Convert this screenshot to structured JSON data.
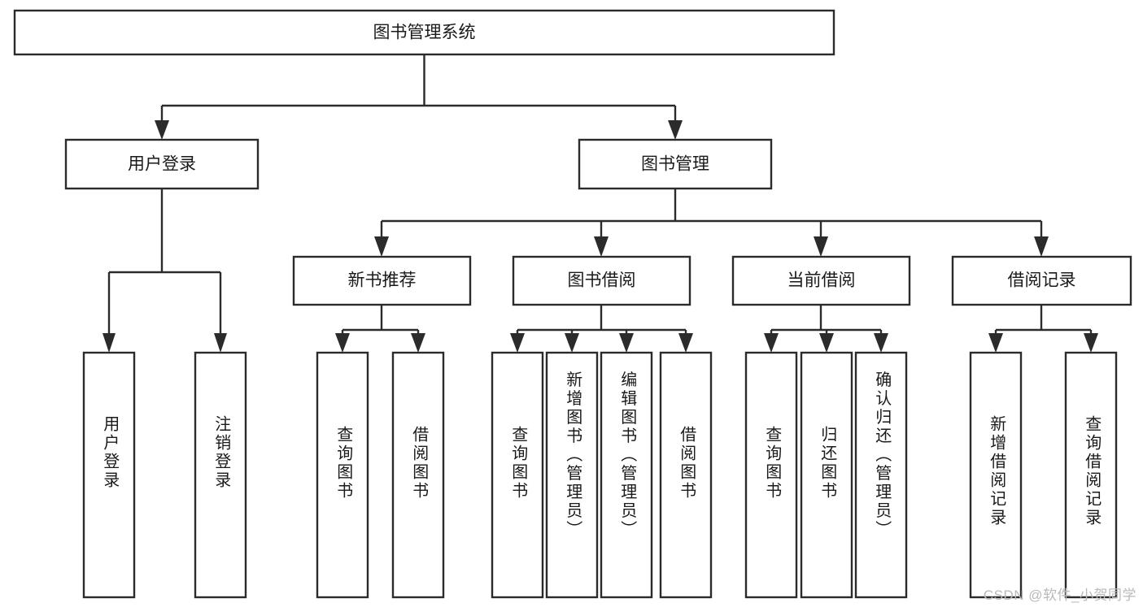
{
  "diagram": {
    "type": "tree",
    "orientation": "top-down",
    "root": {
      "id": "root",
      "label": "图书管理系统",
      "text_direction": "horizontal"
    },
    "level2": [
      {
        "id": "user-login",
        "label": "用户登录",
        "text_direction": "horizontal"
      },
      {
        "id": "book-manage",
        "label": "图书管理",
        "text_direction": "horizontal"
      }
    ],
    "level3": [
      {
        "id": "new-book-recommend",
        "label": "新书推荐",
        "text_direction": "horizontal",
        "parent": "book-manage"
      },
      {
        "id": "book-borrow",
        "label": "图书借阅",
        "text_direction": "horizontal",
        "parent": "book-manage"
      },
      {
        "id": "current-borrow",
        "label": "当前借阅",
        "text_direction": "horizontal",
        "parent": "book-manage"
      },
      {
        "id": "borrow-record",
        "label": "借阅记录",
        "text_direction": "horizontal",
        "parent": "book-manage"
      }
    ],
    "leaves": [
      {
        "id": "leaf-user-login",
        "label": "用户登录",
        "text_direction": "vertical",
        "parent": "user-login"
      },
      {
        "id": "leaf-user-logout",
        "label": "注销登录",
        "text_direction": "vertical",
        "parent": "user-login"
      },
      {
        "id": "leaf-query-book-1",
        "label": "查询图书",
        "text_direction": "vertical",
        "parent": "new-book-recommend"
      },
      {
        "id": "leaf-borrow-book-1",
        "label": "借阅图书",
        "text_direction": "vertical",
        "parent": "new-book-recommend"
      },
      {
        "id": "leaf-query-book-2",
        "label": "查询图书",
        "text_direction": "vertical",
        "parent": "book-borrow"
      },
      {
        "id": "leaf-add-book",
        "label": "新增图书（管理员）",
        "text_direction": "vertical",
        "parent": "book-borrow"
      },
      {
        "id": "leaf-edit-book",
        "label": "编辑图书（管理员）",
        "text_direction": "vertical",
        "parent": "book-borrow"
      },
      {
        "id": "leaf-borrow-book-2",
        "label": "借阅图书",
        "text_direction": "vertical",
        "parent": "book-borrow"
      },
      {
        "id": "leaf-query-book-3",
        "label": "查询图书",
        "text_direction": "vertical",
        "parent": "current-borrow"
      },
      {
        "id": "leaf-return-book",
        "label": "归还图书",
        "text_direction": "vertical",
        "parent": "current-borrow"
      },
      {
        "id": "leaf-confirm-return",
        "label": "确认归还（管理员）",
        "text_direction": "vertical",
        "parent": "current-borrow"
      },
      {
        "id": "leaf-add-record",
        "label": "新增借阅记录",
        "text_direction": "vertical",
        "parent": "borrow-record"
      },
      {
        "id": "leaf-query-record",
        "label": "查询借阅记录",
        "text_direction": "vertical",
        "parent": "borrow-record"
      }
    ],
    "colors": {
      "background": "#ffffff",
      "box_fill": "#ffffff",
      "box_stroke": "#2b2b2b",
      "connector": "#2b2b2b",
      "label": "#1a1a1a",
      "watermark": "#b9b9b9"
    }
  },
  "watermark": {
    "text": "CSDN @软件_小贺同学"
  }
}
